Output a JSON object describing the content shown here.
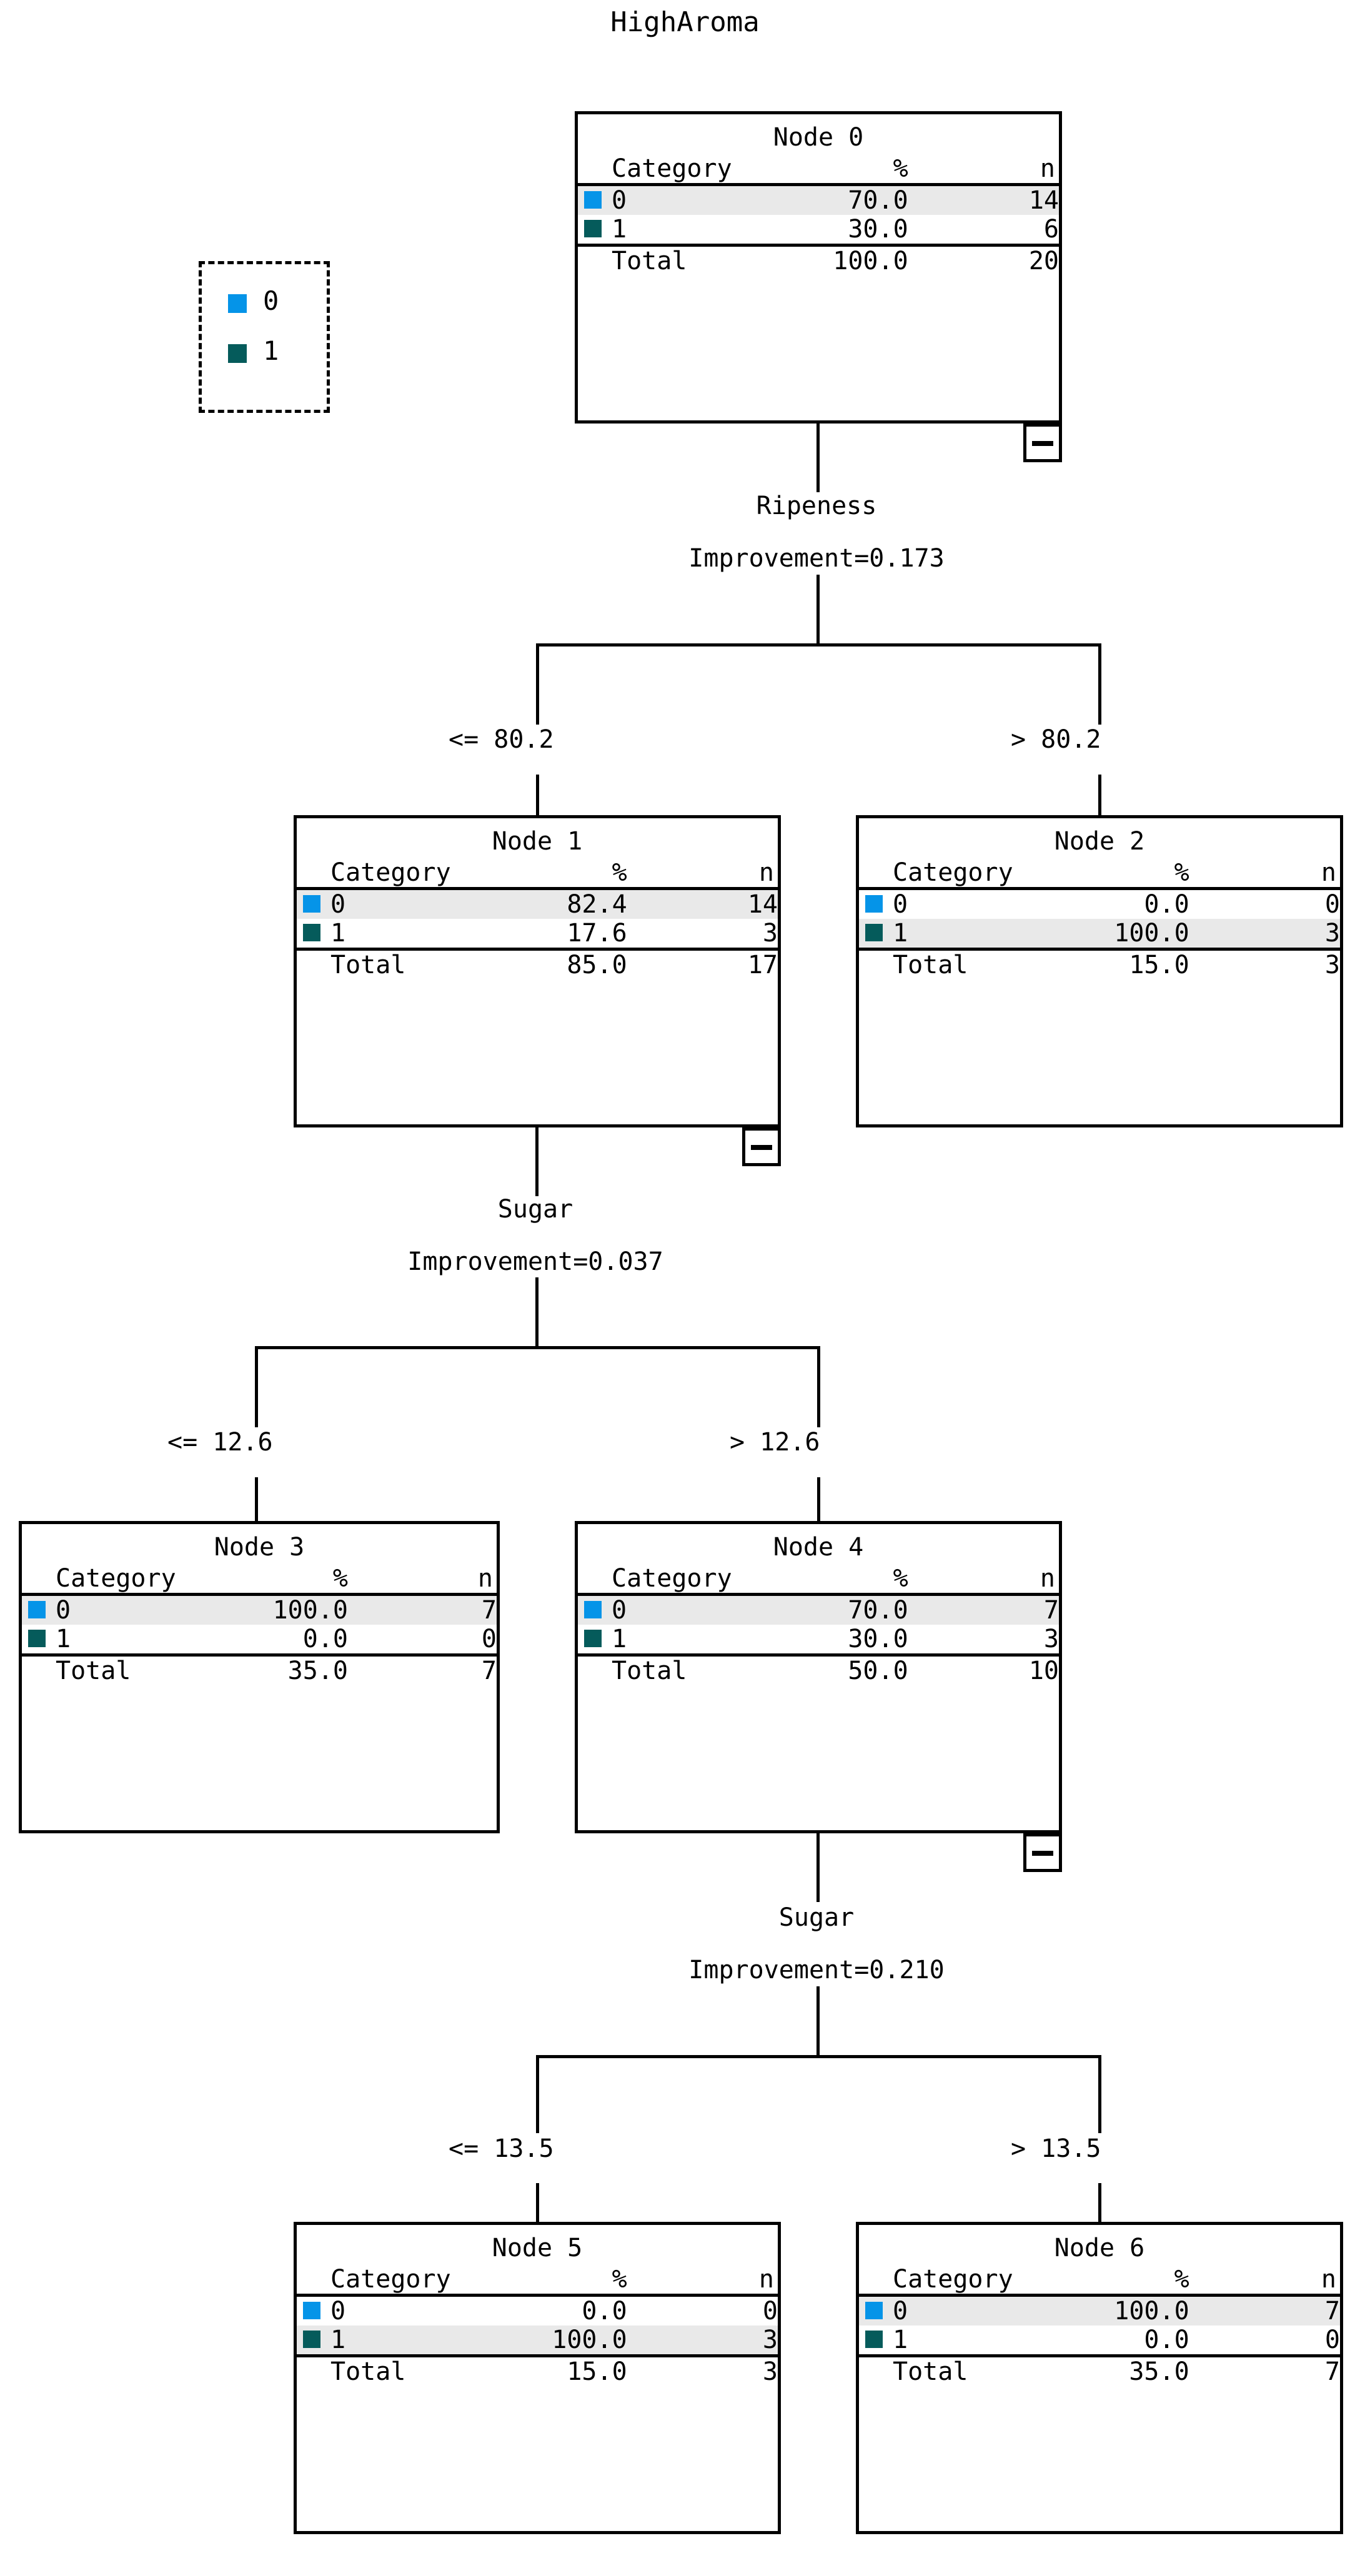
{
  "title": "HighAroma",
  "colors": {
    "category_0": "#0594e8",
    "category_1": "#055b5b",
    "highlight_row": "#e9e9e9",
    "line": "#000000",
    "background": "#ffffff"
  },
  "legend": {
    "name": "category-legend",
    "items": [
      {
        "label": "0",
        "color": "#0594e8"
      },
      {
        "label": "1",
        "color": "#055b5b"
      }
    ]
  },
  "table_headers": {
    "category": "Category",
    "percent": "%",
    "n": "n",
    "total": "Total"
  },
  "nodes": {
    "node0": {
      "title": "Node 0",
      "rows": [
        {
          "cat": "0",
          "pct": "70.0",
          "n": "14",
          "highlight": true
        },
        {
          "cat": "1",
          "pct": "30.0",
          "n": "6",
          "highlight": false
        }
      ],
      "total": {
        "label": "Total",
        "pct": "100.0",
        "n": "20"
      },
      "collapse": "−"
    },
    "node1": {
      "title": "Node 1",
      "rows": [
        {
          "cat": "0",
          "pct": "82.4",
          "n": "14",
          "highlight": true
        },
        {
          "cat": "1",
          "pct": "17.6",
          "n": "3",
          "highlight": false
        }
      ],
      "total": {
        "label": "Total",
        "pct": "85.0",
        "n": "17"
      },
      "collapse": "−"
    },
    "node2": {
      "title": "Node 2",
      "rows": [
        {
          "cat": "0",
          "pct": "0.0",
          "n": "0",
          "highlight": false
        },
        {
          "cat": "1",
          "pct": "100.0",
          "n": "3",
          "highlight": true
        }
      ],
      "total": {
        "label": "Total",
        "pct": "15.0",
        "n": "3"
      }
    },
    "node3": {
      "title": "Node 3",
      "rows": [
        {
          "cat": "0",
          "pct": "100.0",
          "n": "7",
          "highlight": true
        },
        {
          "cat": "1",
          "pct": "0.0",
          "n": "0",
          "highlight": false
        }
      ],
      "total": {
        "label": "Total",
        "pct": "35.0",
        "n": "7"
      }
    },
    "node4": {
      "title": "Node 4",
      "rows": [
        {
          "cat": "0",
          "pct": "70.0",
          "n": "7",
          "highlight": true
        },
        {
          "cat": "1",
          "pct": "30.0",
          "n": "3",
          "highlight": false
        }
      ],
      "total": {
        "label": "Total",
        "pct": "50.0",
        "n": "10"
      },
      "collapse": "−"
    },
    "node5": {
      "title": "Node 5",
      "rows": [
        {
          "cat": "0",
          "pct": "0.0",
          "n": "0",
          "highlight": false
        },
        {
          "cat": "1",
          "pct": "100.0",
          "n": "3",
          "highlight": true
        }
      ],
      "total": {
        "label": "Total",
        "pct": "15.0",
        "n": "3"
      }
    },
    "node6": {
      "title": "Node 6",
      "rows": [
        {
          "cat": "0",
          "pct": "100.0",
          "n": "7",
          "highlight": true
        },
        {
          "cat": "1",
          "pct": "0.0",
          "n": "0",
          "highlight": false
        }
      ],
      "total": {
        "label": "Total",
        "pct": "35.0",
        "n": "7"
      }
    }
  },
  "splits": {
    "split0": {
      "variable": "Ripeness",
      "improvement": "Improvement=0.173",
      "left_label": "<= 80.2",
      "right_label": "> 80.2"
    },
    "split1": {
      "variable": "Sugar",
      "improvement": "Improvement=0.037",
      "left_label": "<= 12.6",
      "right_label": "> 12.6"
    },
    "split4": {
      "variable": "Sugar",
      "improvement": "Improvement=0.210",
      "left_label": "<= 13.5",
      "right_label": "> 13.5"
    }
  },
  "chart_data": {
    "type": "tree",
    "title": "HighAroma",
    "target": "HighAroma",
    "classes": [
      "0",
      "1"
    ],
    "class_colors": [
      "#0594e8",
      "#055b5b"
    ],
    "total_n": 20,
    "nodes": [
      {
        "id": 0,
        "label": "Node 0",
        "parent": null,
        "depth": 0,
        "counts": {
          "0": 14,
          "1": 6
        },
        "percents": {
          "0": 70.0,
          "1": 30.0
        },
        "total_pct": 100.0,
        "total_n": 20,
        "predicted": "0",
        "split_variable": "Ripeness",
        "improvement": 0.173,
        "terminal": false
      },
      {
        "id": 1,
        "label": "Node 1",
        "parent": 0,
        "depth": 1,
        "branch": "<= 80.2",
        "counts": {
          "0": 14,
          "1": 3
        },
        "percents": {
          "0": 82.4,
          "1": 17.6
        },
        "total_pct": 85.0,
        "total_n": 17,
        "predicted": "0",
        "split_variable": "Sugar",
        "improvement": 0.037,
        "terminal": false
      },
      {
        "id": 2,
        "label": "Node 2",
        "parent": 0,
        "depth": 1,
        "branch": "> 80.2",
        "counts": {
          "0": 0,
          "1": 3
        },
        "percents": {
          "0": 0.0,
          "1": 100.0
        },
        "total_pct": 15.0,
        "total_n": 3,
        "predicted": "1",
        "terminal": true
      },
      {
        "id": 3,
        "label": "Node 3",
        "parent": 1,
        "depth": 2,
        "branch": "<= 12.6",
        "counts": {
          "0": 7,
          "1": 0
        },
        "percents": {
          "0": 100.0,
          "1": 0.0
        },
        "total_pct": 35.0,
        "total_n": 7,
        "predicted": "0",
        "terminal": true
      },
      {
        "id": 4,
        "label": "Node 4",
        "parent": 1,
        "depth": 2,
        "branch": "> 12.6",
        "counts": {
          "0": 7,
          "1": 3
        },
        "percents": {
          "0": 70.0,
          "1": 30.0
        },
        "total_pct": 50.0,
        "total_n": 10,
        "predicted": "0",
        "split_variable": "Sugar",
        "improvement": 0.21,
        "terminal": false
      },
      {
        "id": 5,
        "label": "Node 5",
        "parent": 4,
        "depth": 3,
        "branch": "<= 13.5",
        "counts": {
          "0": 0,
          "1": 3
        },
        "percents": {
          "0": 0.0,
          "1": 100.0
        },
        "total_pct": 15.0,
        "total_n": 3,
        "predicted": "1",
        "terminal": true
      },
      {
        "id": 6,
        "label": "Node 6",
        "parent": 4,
        "depth": 3,
        "branch": "> 13.5",
        "counts": {
          "0": 7,
          "1": 0
        },
        "percents": {
          "0": 100.0,
          "1": 0.0
        },
        "total_pct": 35.0,
        "total_n": 7,
        "predicted": "0",
        "terminal": true
      }
    ]
  }
}
